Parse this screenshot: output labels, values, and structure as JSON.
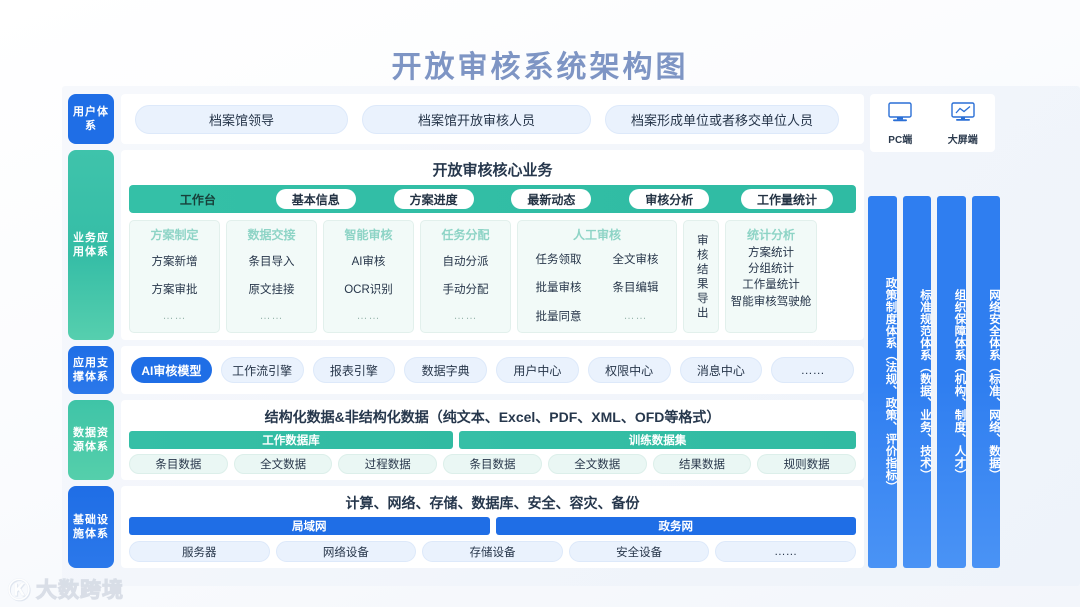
{
  "title": "开放审核系统架构图",
  "watermark": {
    "mark": "Ⓚ",
    "text": "大数跨境",
    "ghost1": "数跨境",
    "ghost2": "大数跨"
  },
  "user_layer": {
    "label": "用户体系",
    "roles": [
      "档案馆领导",
      "档案馆开放审核人员",
      "档案形成单位或者移交单位人员"
    ]
  },
  "terminals": [
    {
      "icon": "monitor-icon",
      "label": "PC端"
    },
    {
      "icon": "big-screen-chart-icon",
      "label": "大屏端"
    }
  ],
  "business_layer": {
    "label": "业务应用体系",
    "heading": "开放审核核心业务",
    "nav": [
      {
        "text": "工作台",
        "style": "plain"
      },
      {
        "text": "基本信息",
        "style": "chip"
      },
      {
        "text": "方案进度",
        "style": "chip"
      },
      {
        "text": "最新动态",
        "style": "chip"
      },
      {
        "text": "审核分析",
        "style": "chip"
      },
      {
        "text": "工作量统计",
        "style": "chip"
      }
    ],
    "cards": [
      {
        "title": "方案制定",
        "items": [
          "方案新增",
          "方案审批",
          "……"
        ]
      },
      {
        "title": "数据交接",
        "items": [
          "条目导入",
          "原文挂接",
          "……"
        ]
      },
      {
        "title": "智能审核",
        "items": [
          "AI审核",
          "OCR识别",
          "……"
        ]
      },
      {
        "title": "任务分配",
        "items": [
          "自动分派",
          "手动分配",
          "……"
        ]
      }
    ],
    "human_review": {
      "title": "人工审核",
      "items": [
        "任务领取",
        "全文审核",
        "批量审核",
        "条目编辑",
        "批量同意",
        "……"
      ]
    },
    "export": {
      "text": "审核结果导出"
    },
    "statistics": {
      "title": "统计分析",
      "items": [
        "方案统计",
        "分组统计",
        "工作量统计",
        "智能审核驾驶舱"
      ]
    }
  },
  "app_support_layer": {
    "label": "应用支撑体系",
    "items": [
      {
        "text": "AI审核模型",
        "highlight": true
      },
      {
        "text": "工作流引擎",
        "highlight": false
      },
      {
        "text": "报表引擎",
        "highlight": false
      },
      {
        "text": "数据字典",
        "highlight": false
      },
      {
        "text": "用户中心",
        "highlight": false
      },
      {
        "text": "权限中心",
        "highlight": false
      },
      {
        "text": "消息中心",
        "highlight": false
      },
      {
        "text": "……",
        "highlight": false
      }
    ]
  },
  "data_layer": {
    "label": "数据资源体系",
    "heading": "结构化数据&非结构化数据（纯文本、Excel、PDF、XML、OFD等格式）",
    "databases": [
      {
        "name": "工作数据库",
        "span": 3
      },
      {
        "name": "训练数据集",
        "span": 4
      }
    ],
    "items": [
      "条目数据",
      "全文数据",
      "过程数据",
      "条目数据",
      "全文数据",
      "结果数据",
      "规则数据"
    ]
  },
  "infra_layer": {
    "label": "基础设施体系",
    "heading": "计算、网络、存储、数据库、安全、容灾、备份",
    "networks": [
      "局域网",
      "政务网"
    ],
    "items": [
      "服务器",
      "网络设备",
      "存储设备",
      "安全设备",
      "……"
    ]
  },
  "right_columns": [
    "政策制度体系（法规、政策、评价指标）",
    "标准规范体系（数据、业务、技术）",
    "组织保障体系（机构、制度、人才）",
    "网络安全体系（标准、网络、数据）"
  ],
  "colors": {
    "title": "#7e95c4",
    "blue": "#1f6ee6",
    "teal": "#34c0a7",
    "card_bg": "#f2faf8",
    "card_title": "#8ed4c6"
  }
}
